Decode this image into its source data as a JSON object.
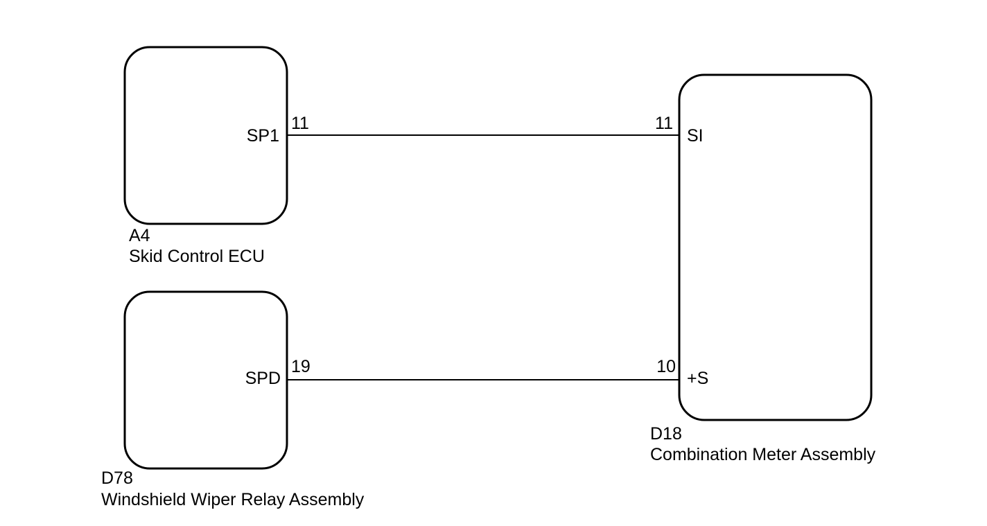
{
  "components": {
    "skid_ecu": {
      "code": "A4",
      "name": "Skid Control ECU",
      "pin_label": "SP1",
      "pin_number": "11"
    },
    "wiper_relay": {
      "code": "D78",
      "name": "Windshield Wiper Relay Assembly",
      "pin_label": "SPD",
      "pin_number": "19"
    },
    "combination_meter": {
      "code": "D18",
      "name": "Combination Meter Assembly",
      "pins": [
        {
          "label": "SI",
          "number": "11"
        },
        {
          "label": "+S",
          "number": "10"
        }
      ]
    }
  }
}
